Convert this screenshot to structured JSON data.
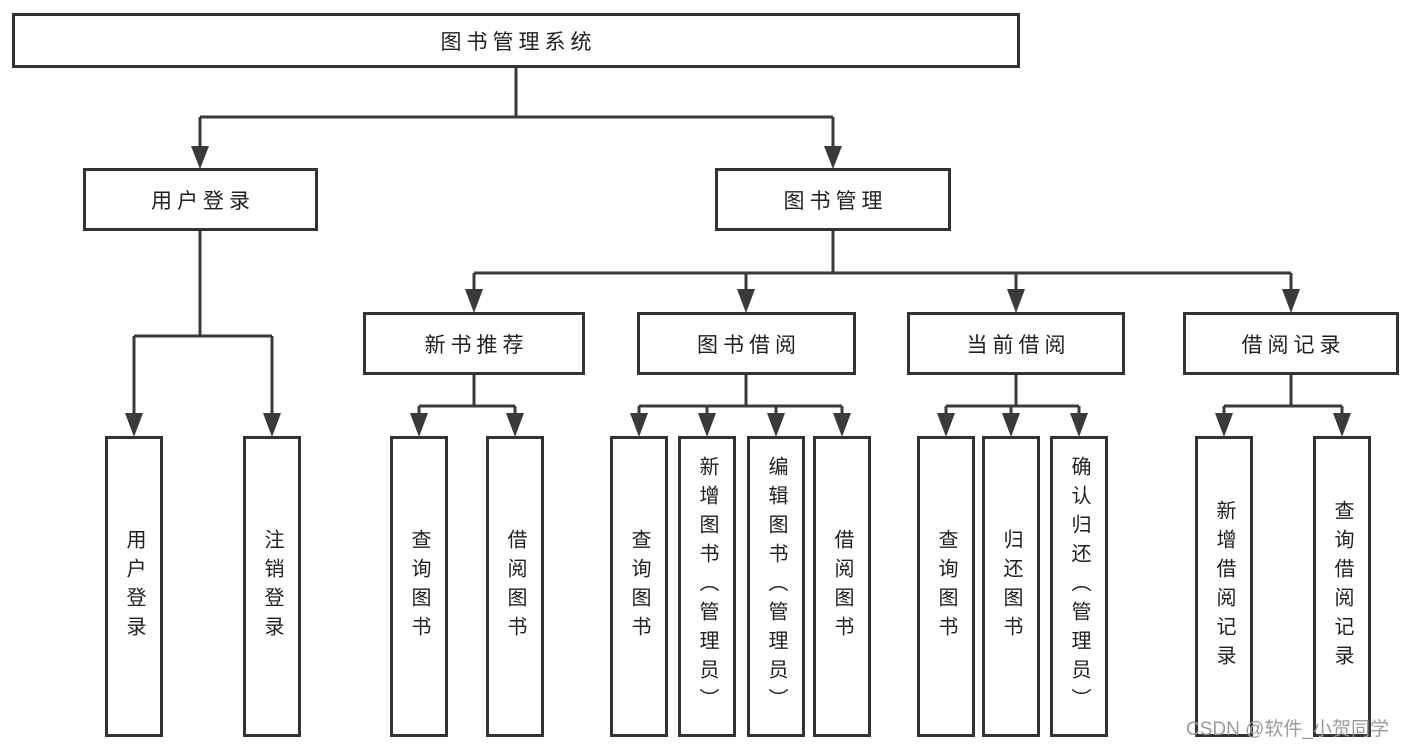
{
  "diagram": {
    "type": "hierarchy-tree",
    "orientation": "top-down",
    "colors": {
      "line": "#3a3a3a",
      "box_border": "#333333",
      "box_fill": "#ffffff",
      "text": "#1f1f1f",
      "watermark": "#9b9b9b",
      "background": "#ffffff"
    }
  },
  "tree": {
    "root": {
      "label": "图书管理系统",
      "children": [
        {
          "label": "用户登录",
          "children": [
            {
              "label": "用户登录"
            },
            {
              "label": "注销登录"
            }
          ]
        },
        {
          "label": "图书管理",
          "children": [
            {
              "label": "新书推荐",
              "children": [
                {
                  "label": "查询图书"
                },
                {
                  "label": "借阅图书"
                }
              ]
            },
            {
              "label": "图书借阅",
              "children": [
                {
                  "label": "查询图书"
                },
                {
                  "label": "新增图书（管理员）"
                },
                {
                  "label": "编辑图书（管理员）"
                },
                {
                  "label": "借阅图书"
                }
              ]
            },
            {
              "label": "当前借阅",
              "children": [
                {
                  "label": "查询图书"
                },
                {
                  "label": "归还图书"
                },
                {
                  "label": "确认归还（管理员）"
                }
              ]
            },
            {
              "label": "借阅记录",
              "children": [
                {
                  "label": "新增借阅记录"
                },
                {
                  "label": "查询借阅记录"
                }
              ]
            }
          ]
        }
      ]
    }
  },
  "watermark": {
    "text": "CSDN @软件_小贺同学"
  }
}
